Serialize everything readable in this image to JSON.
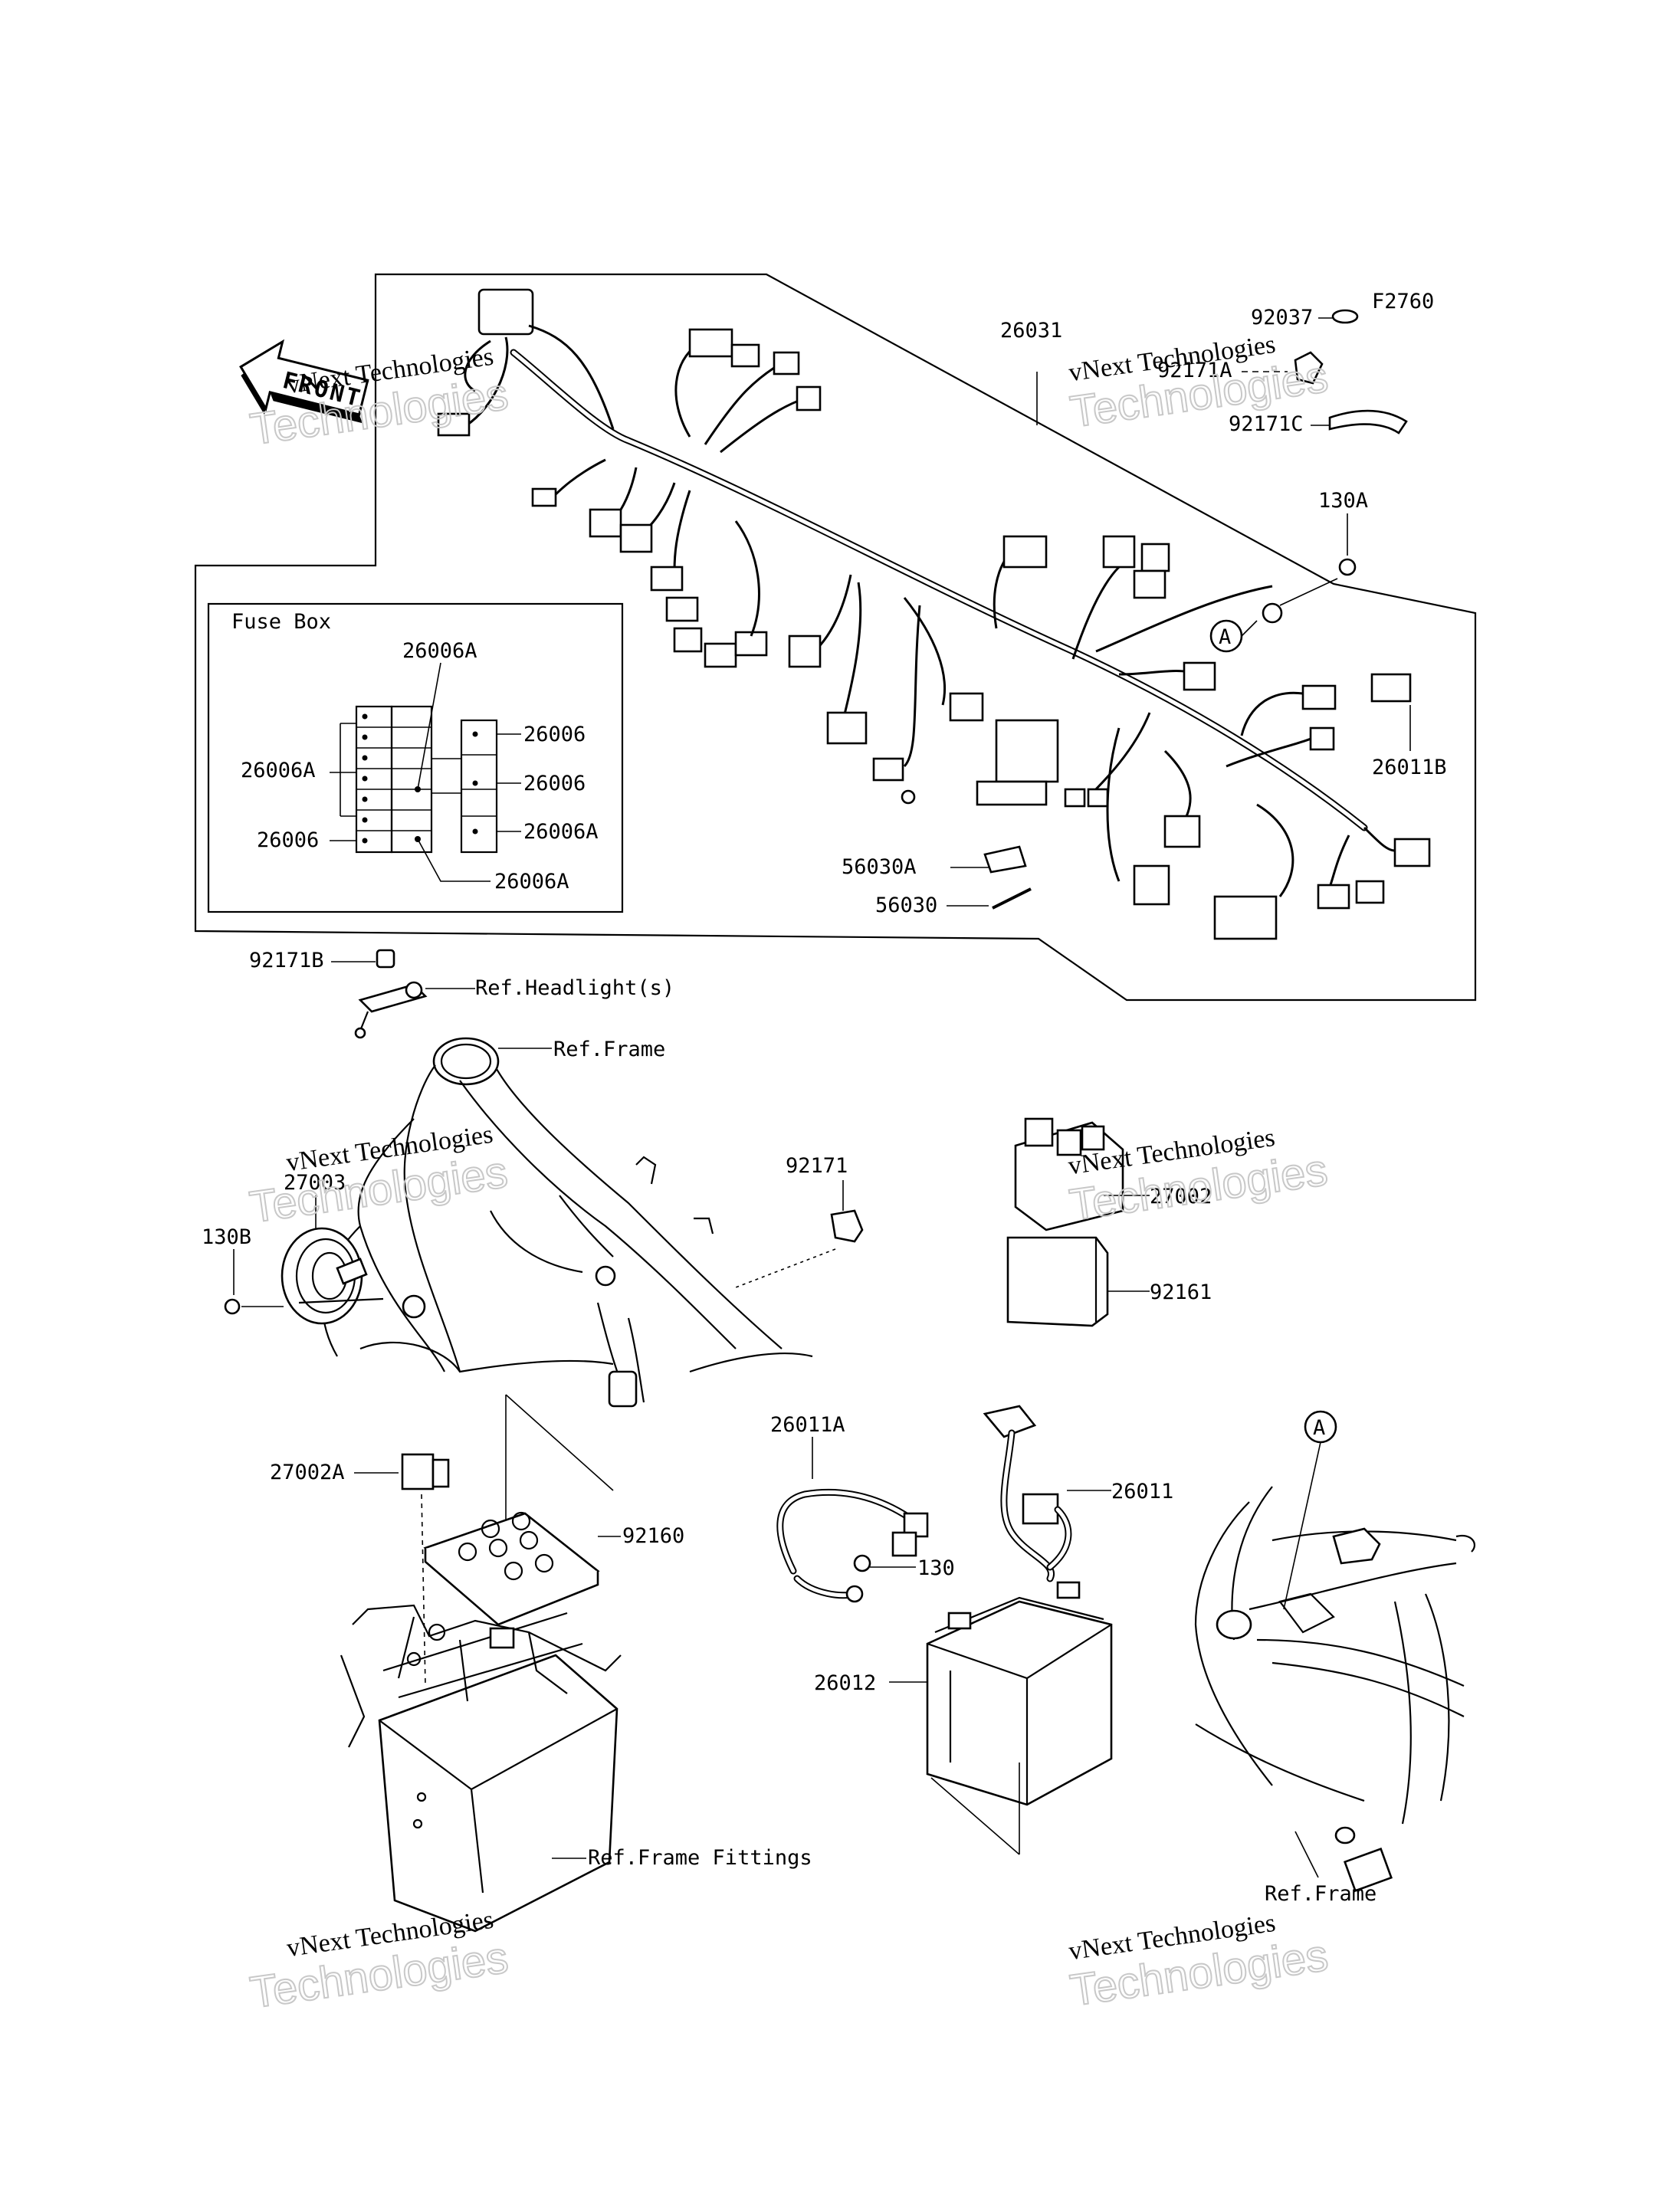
{
  "figure_code": "F2760",
  "front_arrow_label": "FRONT",
  "watermark": {
    "line1": "vNext Technologies",
    "line2": "Technologies"
  },
  "fuse_box": {
    "title": "Fuse Box",
    "labels": [
      "26006A",
      "26006",
      "26006A",
      "26006",
      "26006",
      "26006A",
      "26006A"
    ]
  },
  "harness_labels": [
    "92037",
    "26031",
    "92171A",
    "92171C",
    "130A",
    "A",
    "26011B",
    "56030A",
    "56030"
  ],
  "headlight_labels": {
    "part": "92171B",
    "ref": "Ref.Headlight(s)"
  },
  "frame_labels": {
    "ref_frame": "Ref.Frame",
    "horn": "27003",
    "bolt": "130B",
    "clamp": "92171"
  },
  "relay_labels": {
    "relay": "27002",
    "cover": "92161"
  },
  "battery_box_labels": {
    "relay": "27002A",
    "pad": "92160",
    "ref": "Ref.Frame Fittings"
  },
  "battery_labels": {
    "lead_a": "26011A",
    "lead": "26011",
    "bolt": "130",
    "battery": "26012"
  },
  "detail_labels": {
    "marker": "A",
    "ref": "Ref.Frame"
  }
}
